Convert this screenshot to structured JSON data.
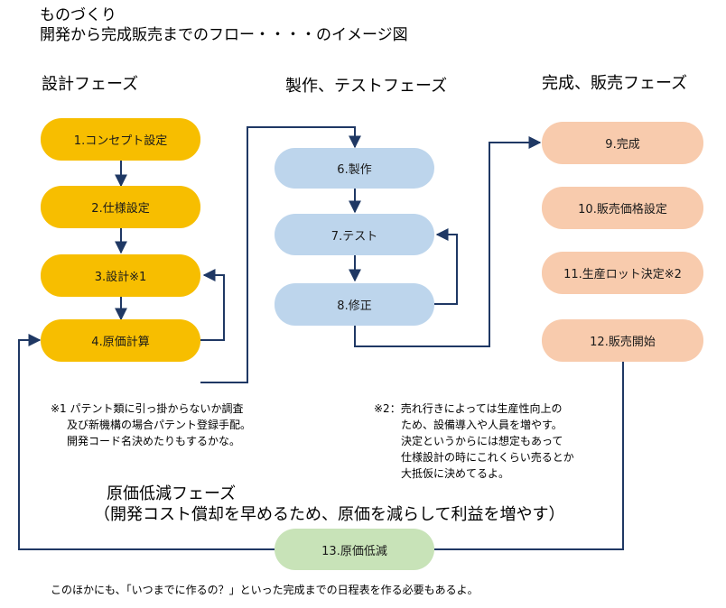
{
  "header": {
    "line1": "ものづくり",
    "line2": "開発から完成販売までのフロー・・・・のイメージ図"
  },
  "phases": {
    "design": "設計フェーズ",
    "make": "製作、テストフェーズ",
    "done": "完成、販売フェーズ"
  },
  "steps": {
    "s1": "1.コンセプト設定",
    "s2": "2.仕様設定",
    "s3": "3.設計※1",
    "s4": "4.原価計算",
    "s6": "6.製作",
    "s7": "7.テスト",
    "s8": "8.修正",
    "s9": "9.完成",
    "s10": "10.販売価格設定",
    "s11": "11.生産ロット決定※2",
    "s12": "12.販売開始",
    "s13": "13.原価低減"
  },
  "notes": {
    "n1_line1": "※1 パテント類に引っ掛からないか調査",
    "n1_line2": "及び新機構の場合パテント登録手配。",
    "n1_line3": "開発コード名決めたりもするかな。",
    "n2_line1": "※2：売れ行きによっては生産性向上の",
    "n2_line2": "ため、設備導入や人員を増やす。",
    "n2_line3": "決定というからには想定もあって",
    "n2_line4": "仕様設計の時にこれくらい売るとか",
    "n2_line5": "大抵仮に決めてるよ。"
  },
  "cost_phase": {
    "title": "原価低減フェーズ",
    "subtitle": "（開発コスト償却を早めるため、原価を減らして利益を増やす）"
  },
  "footer": "このほかにも、「いつまでに作るの？」といった完成までの日程表を作る必要もあるよ。",
  "colors": {
    "design": "#F7BE00",
    "make": "#BDD5EC",
    "done": "#F8CBAD",
    "cost": "#C8E3B8",
    "line": "#1F3864"
  }
}
